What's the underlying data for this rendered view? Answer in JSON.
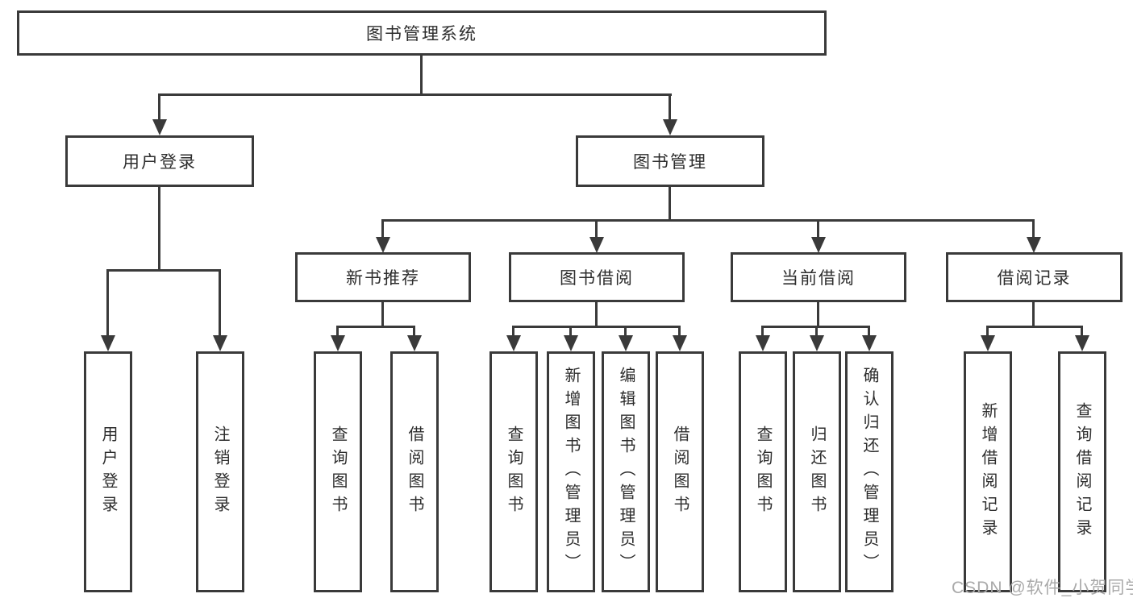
{
  "tree": {
    "root": {
      "label": "图书管理系统"
    },
    "children": [
      {
        "label": "用户登录",
        "children": [
          {
            "label": "用户登录"
          },
          {
            "label": "注销登录"
          }
        ]
      },
      {
        "label": "图书管理",
        "children": [
          {
            "label": "新书推荐",
            "children": [
              {
                "label": "查询图书"
              },
              {
                "label": "借阅图书"
              }
            ]
          },
          {
            "label": "图书借阅",
            "children": [
              {
                "label": "查询图书"
              },
              {
                "label": "新增图书（管理员）"
              },
              {
                "label": "编辑图书（管理员）"
              },
              {
                "label": "借阅图书"
              }
            ]
          },
          {
            "label": "当前借阅",
            "children": [
              {
                "label": "查询图书"
              },
              {
                "label": "归还图书"
              },
              {
                "label": "确认归还（管理员）"
              }
            ]
          },
          {
            "label": "借阅记录",
            "children": [
              {
                "label": "新增借阅记录"
              },
              {
                "label": "查询借阅记录"
              }
            ]
          }
        ]
      }
    ]
  },
  "watermark": {
    "text": "CSDN @软件_小贺同学"
  },
  "colors": {
    "line": "#3a3a3a",
    "text": "#2d2d2d",
    "watermark": "#a9a9a9",
    "background": "#ffffff"
  }
}
